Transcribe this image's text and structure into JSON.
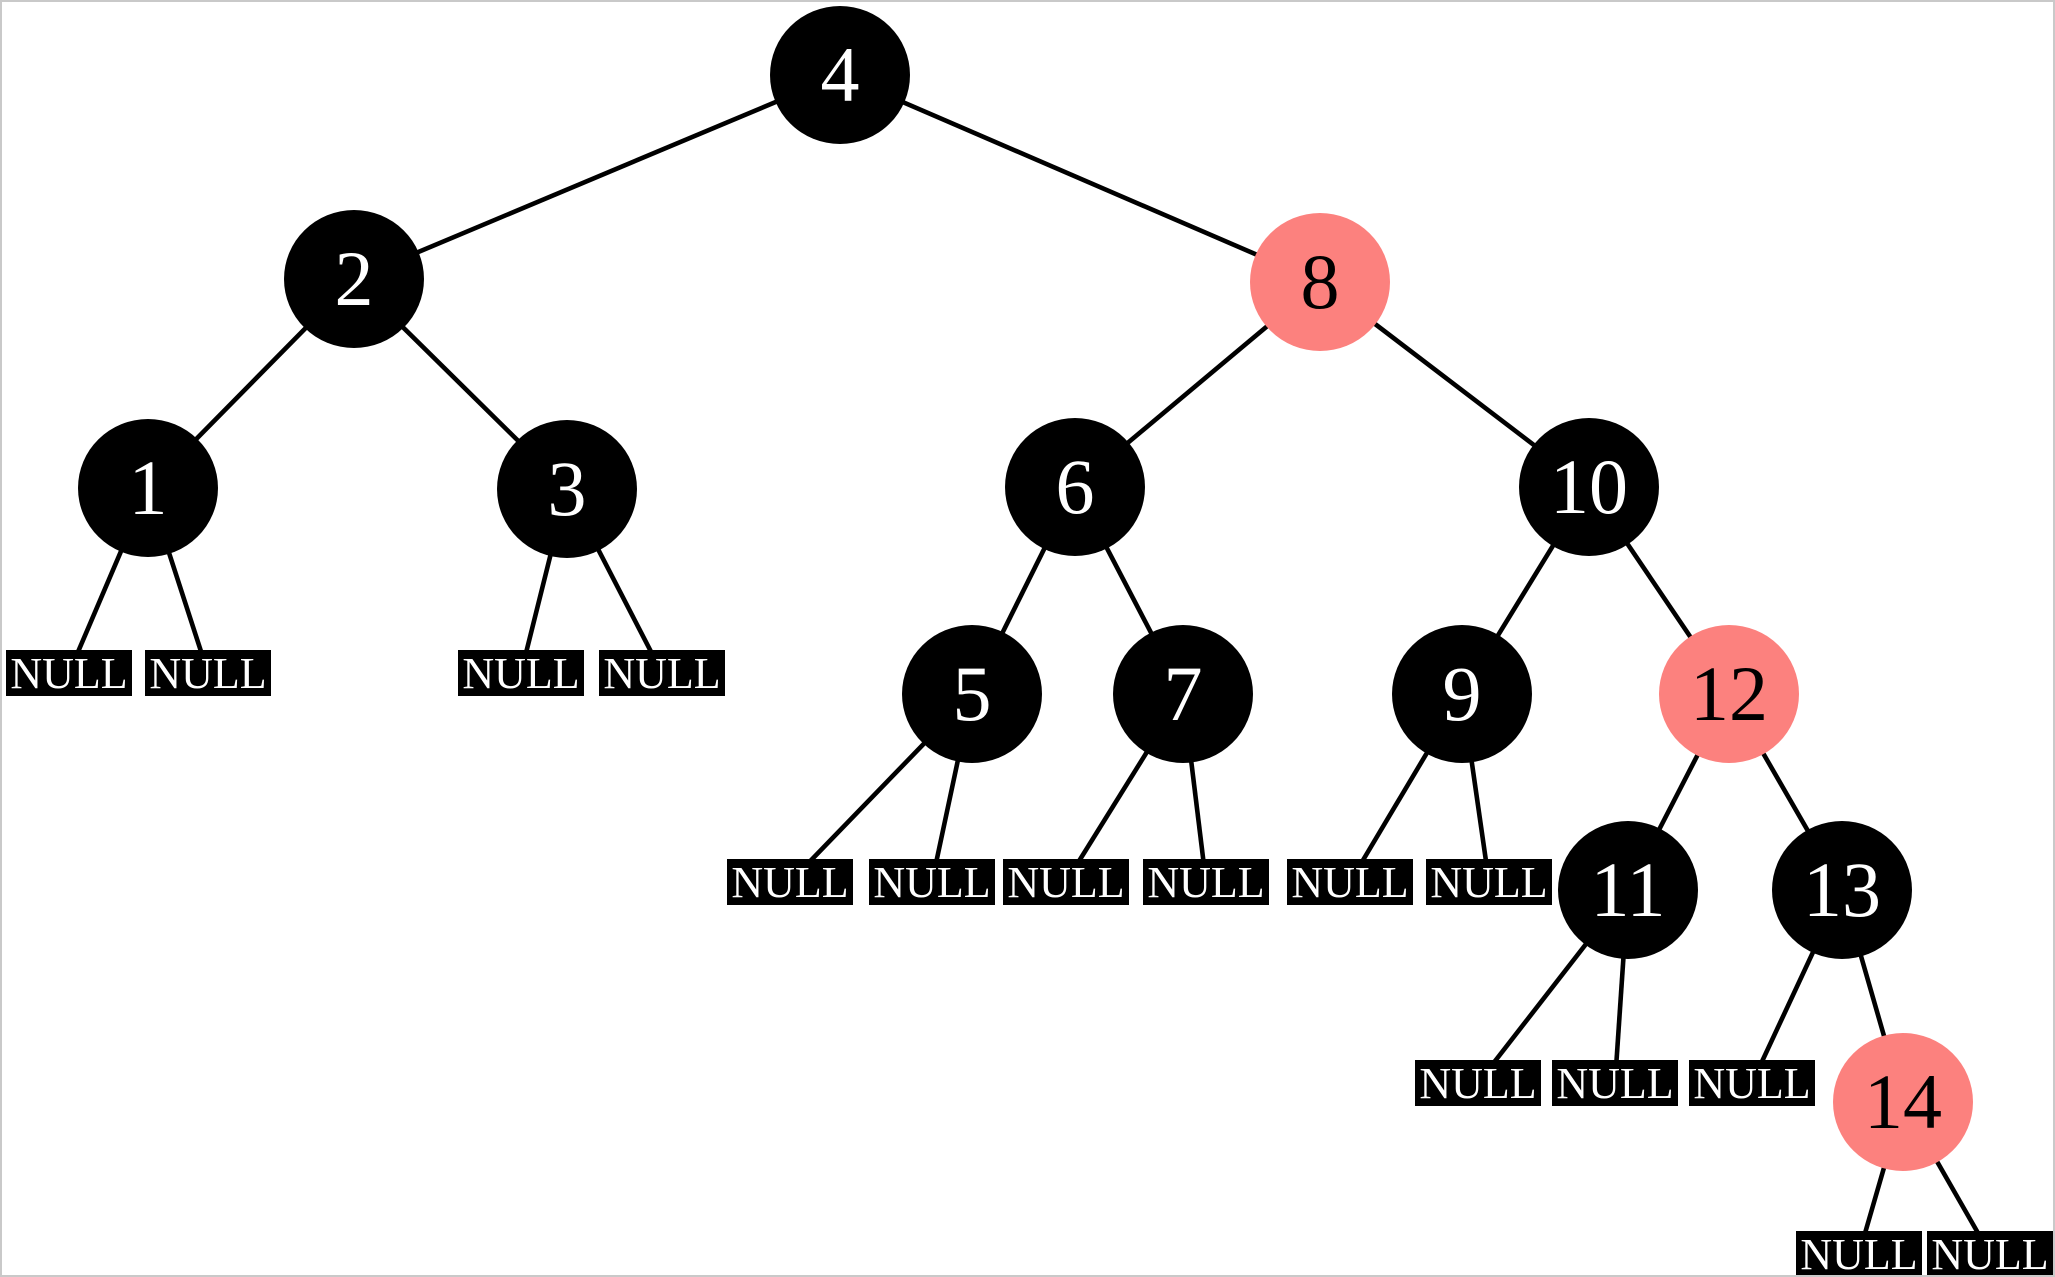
{
  "diagram": {
    "title": "red-black-tree",
    "null_label": "NULL"
  },
  "colors": {
    "background": "#ffffff",
    "border": "#c9c9c9",
    "black_node": "#000000",
    "red_node": "#fc817e",
    "edge": "#000000",
    "label_on_black": "#ffffff",
    "label_on_red": "#000000"
  },
  "tree": {
    "null_label": "NULL",
    "nodes": [
      {
        "key": "4",
        "color": "black"
      },
      {
        "key": "2",
        "color": "black"
      },
      {
        "key": "8",
        "color": "red"
      },
      {
        "key": "1",
        "color": "black"
      },
      {
        "key": "3",
        "color": "black"
      },
      {
        "key": "6",
        "color": "black"
      },
      {
        "key": "10",
        "color": "black"
      },
      {
        "key": "5",
        "color": "black"
      },
      {
        "key": "7",
        "color": "black"
      },
      {
        "key": "9",
        "color": "black"
      },
      {
        "key": "12",
        "color": "red"
      },
      {
        "key": "11",
        "color": "black"
      },
      {
        "key": "13",
        "color": "black"
      },
      {
        "key": "14",
        "color": "red"
      }
    ],
    "structure": {
      "root": "4",
      "children": {
        "4": [
          "2",
          "8"
        ],
        "2": [
          "1",
          "3"
        ],
        "8": [
          "6",
          "10"
        ],
        "1": [
          "NULL",
          "NULL"
        ],
        "3": [
          "NULL",
          "NULL"
        ],
        "6": [
          "5",
          "7"
        ],
        "10": [
          "9",
          "12"
        ],
        "5": [
          "NULL",
          "NULL"
        ],
        "7": [
          "NULL",
          "NULL"
        ],
        "9": [
          "NULL",
          "NULL"
        ],
        "12": [
          "11",
          "13"
        ],
        "11": [
          "NULL",
          "NULL"
        ],
        "13": [
          "NULL",
          "14"
        ],
        "14": [
          "NULL",
          "NULL"
        ]
      }
    }
  }
}
